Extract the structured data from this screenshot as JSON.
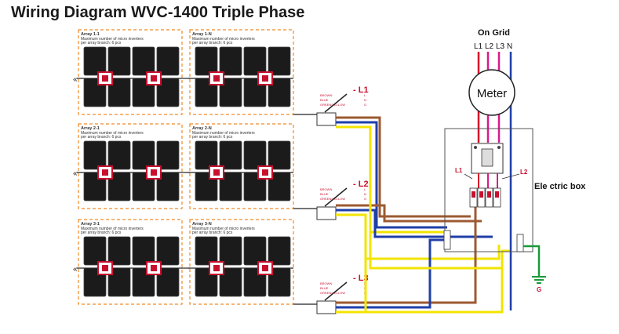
{
  "title": "Wiring Diagram WVC-1400 Triple Phase",
  "arrays": [
    {
      "left_title": "Array 1-1",
      "right_title": "Array 1-N"
    },
    {
      "left_title": "Array 2-1",
      "right_title": "Array 2-N"
    },
    {
      "left_title": "Array 3-1",
      "right_title": "Array 3-N"
    }
  ],
  "array_note_line1": "Maximum number of micro inverters",
  "array_note_line2": "per array branch: 6 pcs",
  "phases": [
    "- L1",
    "- L2",
    "- L3"
  ],
  "wire_labels": [
    "BROWN",
    "BLUE",
    "GREEN/YELLOW"
  ],
  "wire_marks": [
    "L",
    "N",
    "G"
  ],
  "on_grid": "On Grid",
  "grid_lines": [
    "L1",
    "L2",
    "L3",
    "N"
  ],
  "meter": "Meter",
  "electric_box": "Ele ctric box",
  "breaker_left": "L1",
  "breaker_right": "L2",
  "ground": "G",
  "colors": {
    "brown": "#9c5a32",
    "blue": "#1f3fa8",
    "yellow": "#f2e400",
    "green": "#1a9a3a",
    "red": "#d8102a",
    "magenta": "#d81b8c",
    "orange_dash": "#f08a24"
  }
}
